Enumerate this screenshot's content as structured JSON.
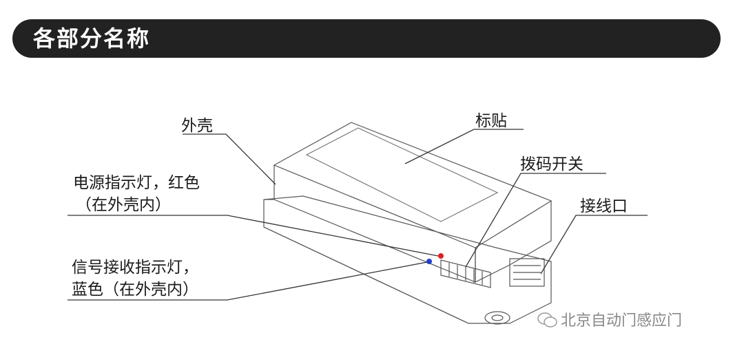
{
  "header": {
    "title": "各部分名称"
  },
  "labels": {
    "shell": "外壳",
    "sticker": "标贴",
    "power_led_line1": "电源指示灯，红色",
    "power_led_line2": "（在外壳内）",
    "dip_switch": "拨码开关",
    "port": "接线口",
    "signal_led_line1": "信号接收指示灯，",
    "signal_led_line2": "蓝色（在外壳内）"
  },
  "watermark": {
    "text": "北京自动门感应门"
  },
  "colors": {
    "title_bar": "#222222",
    "power_led": "#e02020",
    "signal_led": "#2040d0"
  }
}
